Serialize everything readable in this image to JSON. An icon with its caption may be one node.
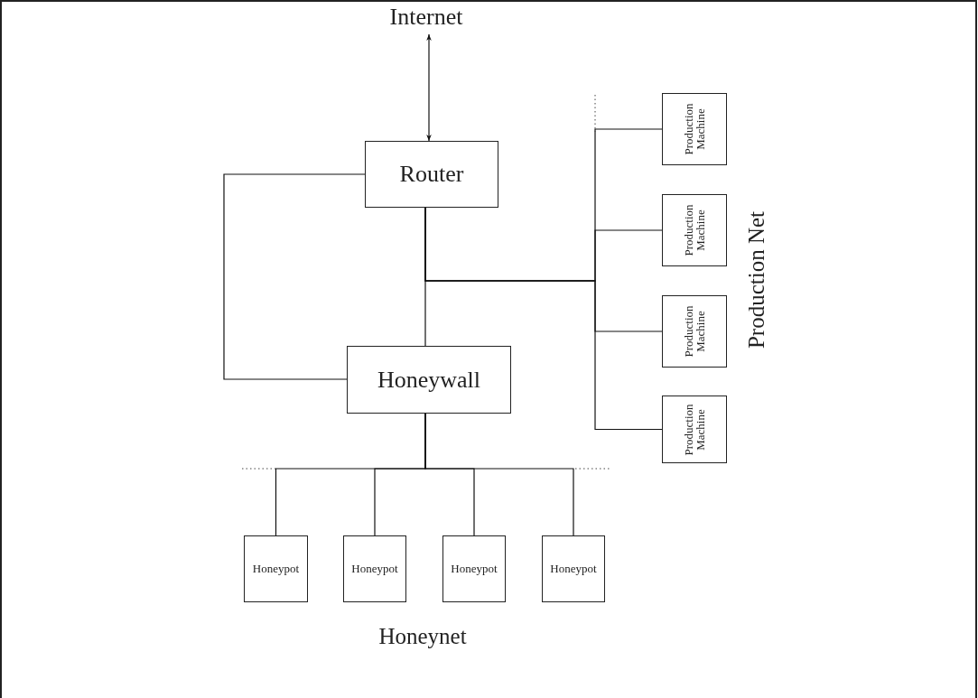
{
  "diagram": {
    "nodes": [
      {
        "text": [
          "Internet"
        ]
      },
      {
        "text": [
          "Router"
        ]
      },
      {
        "text": [
          "Honeywall"
        ]
      },
      {
        "text": [
          "Production Machine"
        ]
      },
      {
        "text": [
          "Production Machine"
        ]
      },
      {
        "text": [
          "Production Machine"
        ]
      },
      {
        "text": [
          "Production Machine"
        ]
      },
      {
        "text": [
          "Honeypot"
        ]
      },
      {
        "text": [
          "Honeypot"
        ]
      },
      {
        "text": [
          "Honeypot"
        ]
      },
      {
        "text": [
          "Honeypot"
        ]
      }
    ],
    "edges": [
      {
        "from": 0,
        "to": 1,
        "arrow": "both"
      },
      {
        "from": 1,
        "to": 2,
        "arrow": "none"
      },
      {
        "from": 1,
        "to": 2,
        "arrow": "none"
      },
      {
        "from": 1,
        "to": 3,
        "arrow": "none"
      },
      {
        "from": 1,
        "to": 4,
        "arrow": "none"
      },
      {
        "from": 1,
        "to": 5,
        "arrow": "none"
      },
      {
        "from": 1,
        "to": 6,
        "arrow": "none"
      },
      {
        "from": 2,
        "to": 7,
        "arrow": "none"
      },
      {
        "from": 2,
        "to": 8,
        "arrow": "none"
      },
      {
        "from": 2,
        "to": 9,
        "arrow": "none"
      },
      {
        "from": 2,
        "to": 10,
        "arrow": "none"
      }
    ],
    "labels": [
      "Production Net",
      "Honeynet"
    ]
  }
}
